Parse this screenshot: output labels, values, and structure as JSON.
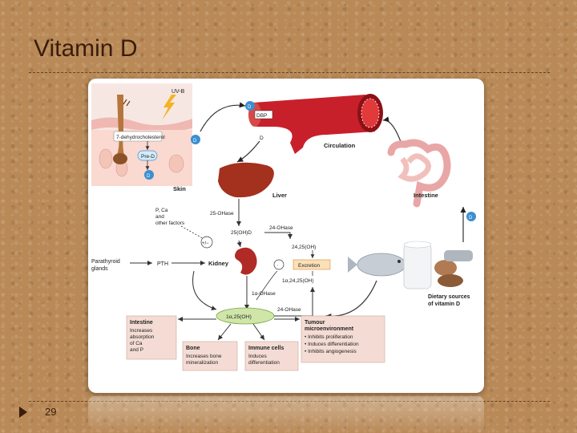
{
  "slide": {
    "title": "Vitamin D",
    "page_number": "29"
  },
  "diagram": {
    "uvb": "UV-B",
    "dehydro": "7-dehydrocholesterol",
    "pre_d3": "Pre-D",
    "d3_badge": "D",
    "skin": "Skin",
    "dbp": "DBP",
    "d3_blood": "D",
    "circulation": "Circulation",
    "intestine_top": "Intestine",
    "liver": "Liver",
    "p_ca_line1": "P, Ca",
    "p_ca_line2": "and",
    "p_ca_line3": "other factors",
    "hydroxylase25": "25-OHase",
    "oh_d3_25": "25(OH)D",
    "hydroxylase24_top": "24-OHase",
    "oh2_d3_24_25": "24,25(OH)",
    "plus_minus": "+/−",
    "parathyroid_line1": "Parathyroid",
    "parathyroid_line2": "glands",
    "pth": "PTH",
    "kidney": "Kidney",
    "excretion": "Excretion",
    "oh3_d3": "1α,24,25(OH)",
    "alpha_hydroxylase": "1α-OHase",
    "hydroxylase24_bottom": "24-OHase",
    "calcitriol": "1α,25(OH)",
    "dietary_line1": "Dietary sources",
    "dietary_line2": "of vitamin D",
    "box_intestine_title": "Intestine",
    "box_intestine_lines": [
      "Increases",
      "absorption",
      "of Ca",
      "and P"
    ],
    "box_bone_title": "Bone",
    "box_bone_lines": [
      "Increases bone",
      "mineralization"
    ],
    "box_immune_title": "Immune cells",
    "box_immune_lines": [
      "Induces",
      "differentiation"
    ],
    "box_tumour_title": "Tumour",
    "box_tumour_title2": "microenvironment",
    "box_tumour_lines": [
      "• Inhibits proliferation",
      "• Induces differentiation",
      "• Inhibits angiogenesis"
    ]
  },
  "colors": {
    "accent_blue": "#3b8fd0",
    "artery_red": "#c8202a",
    "liver_red": "#a4301e",
    "kidney_red": "#b02a26",
    "calcitriol_green": "#cfe6a8",
    "box_fill": "#f4dcd4",
    "excretion_fill": "#fbe0b8"
  }
}
